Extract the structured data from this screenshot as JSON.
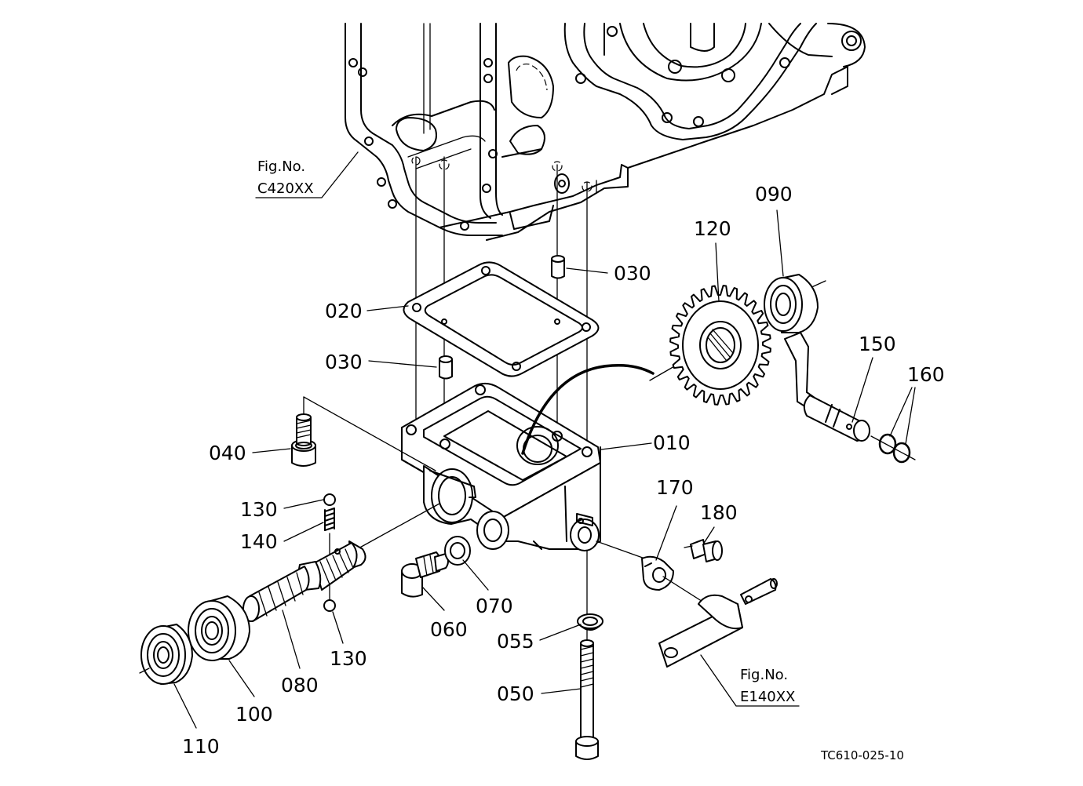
{
  "references": {
    "upper": {
      "line1": "Fig.No.",
      "line2": "C420XX"
    },
    "lower": {
      "line1": "Fig.No.",
      "line2": "E140XX"
    }
  },
  "parts": {
    "p010": "010",
    "p020": "020",
    "p030a": "030",
    "p030b": "030",
    "p040": "040",
    "p050": "050",
    "p055": "055",
    "p060": "060",
    "p070": "070",
    "p080": "080",
    "p090": "090",
    "p100": "100",
    "p110": "110",
    "p120": "120",
    "p130a": "130",
    "p130b": "130",
    "p140": "140",
    "p150": "150",
    "p160": "160",
    "p170": "170",
    "p180": "180"
  },
  "drawing_code": "TC610-025-10"
}
